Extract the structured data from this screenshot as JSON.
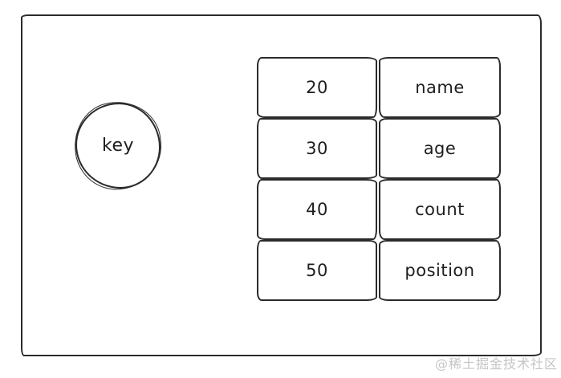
{
  "canvas": {
    "background": "#ffffff",
    "stroke_color": "#2b2b2b",
    "text_color": "#1e1e1e"
  },
  "diagram": {
    "key_circle": {
      "label": "key"
    },
    "table": {
      "rows": [
        {
          "value": "20",
          "field": "name"
        },
        {
          "value": "30",
          "field": "age"
        },
        {
          "value": "40",
          "field": "count"
        },
        {
          "value": "50",
          "field": "position"
        }
      ]
    }
  },
  "watermark": {
    "text": "@稀土掘金技术社区",
    "color": "#c5c5c5"
  }
}
